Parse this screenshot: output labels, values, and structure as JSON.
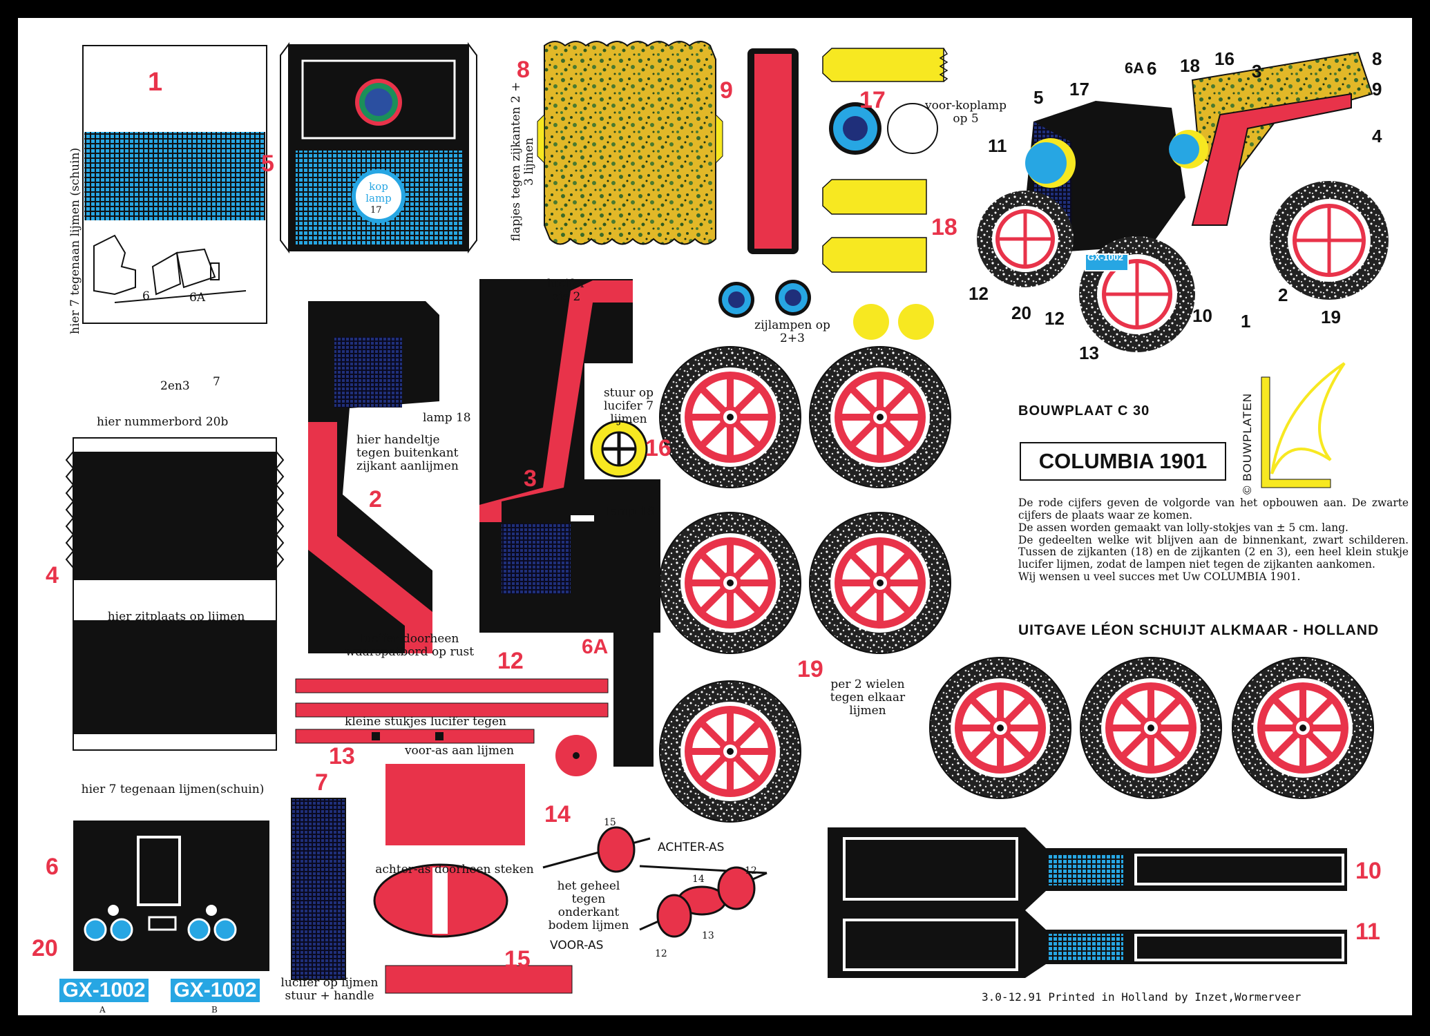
{
  "sheet": {
    "plate_code": "BOUWPLAAT C 30",
    "model_name": "COLUMBIA 1901",
    "brand": "© BOUWPLATEN",
    "instructions": [
      "De rode cijfers geven de volgorde van het opbouwen aan. De zwarte cijfers de plaats waar ze komen.",
      "De assen worden gemaakt van lolly-stokjes van ± 5 cm. lang.",
      "De gedeelten welke wit blijven aan de binnenkant, zwart schilderen. Tussen de zijkanten (18) en de zijkanten (2 en 3), een heel klein stukje lucifer lijmen, zodat de lampen niet tegen de zijkanten aankomen.",
      "Wij wensen u veel succes met Uw COLUMBIA 1901."
    ],
    "publisher": "UITGAVE LÉON SCHUIJT ALKMAAR - HOLLAND",
    "print_info": "3.0-12.91  Printed in Holland by Inzet,Wormerveer"
  },
  "colors": {
    "red": "#e8334a",
    "blue": "#27a6e3",
    "yellow": "#f7e821",
    "black": "#111111"
  },
  "parts": {
    "p1": "1",
    "p2": "2",
    "p3": "3",
    "p4": "4",
    "p5": "5",
    "p6": "6",
    "p6a": "6A",
    "p7": "7",
    "p8": "8",
    "p9": "9",
    "p10": "10",
    "p11": "11",
    "p12": "12",
    "p13": "13",
    "p14": "14",
    "p15": "15",
    "p16": "16",
    "p17": "17",
    "p18": "18",
    "p19": "19",
    "p20": "20"
  },
  "labels": {
    "p1_glue": "hier 7 tegenaan lijmen (schuin)",
    "p1_sketch_6": "6",
    "p1_sketch_6a": "6A",
    "p1_sketch_2en3": "2en3",
    "p1_sketch_7": "7",
    "p5_koplamp": "kop lamp",
    "p5_koplamp_num": "17",
    "p8_side": "flapjes tegen zijkanten 2 + 3 lijmen",
    "p17_front_lamp": "voor-koplamp op 5",
    "side_lamps": "zijlampen op 2+3",
    "nummerbord": "hier nummerbord 20b",
    "zitplaats": "hier zitplaats op lijmen",
    "lamp18_a": "lamp 18",
    "lamp18_b": "lamp 18",
    "handeltje": "hier handeltje tegen buitenkant zijkant aanlijmen",
    "lucifer_spatbord": "lucifer doorheen waarspatbord op rust",
    "lucifer_zie2": "lucifer zie 2",
    "stuur_op": "stuur op lucifer 7 lijmen",
    "kleine_stukjes": "kleine stukjes lucifer tegen",
    "voor_as": "voor-as aan lijmen",
    "hier7_schuin": "hier 7 tegenaan lijmen(schuin)",
    "achter_as_doorheen": "achter-as doorheen steken",
    "bodem": "het geheel tegen onderkant bodem lijmen",
    "lucifer_stuur": "lucifer op lijmen stuur + handle",
    "per2wielen": "per 2 wielen tegen elkaar lijmen",
    "achter_as": "ACHTER-AS",
    "voor_as_caps": "VOOR-AS",
    "axle_15": "15",
    "axle_14": "14",
    "axle_13": "13",
    "axle_12a": "12",
    "axle_12b": "12"
  },
  "plates": {
    "a": "GX-1002",
    "b": "GX-1002",
    "a_tag": "A",
    "b_tag": "B",
    "car_plate": "GX-1002"
  },
  "car_callouts": {
    "c6a": "6A",
    "c6": "6",
    "c18": "18",
    "c16": "16",
    "c3": "3",
    "c8": "8",
    "c9": "9",
    "c5": "5",
    "c17": "17",
    "c4": "4",
    "c11": "11",
    "c12a": "12",
    "c20": "20",
    "c12b": "12",
    "c13": "13",
    "c10": "10",
    "c1": "1",
    "c2": "2",
    "c19": "19"
  }
}
